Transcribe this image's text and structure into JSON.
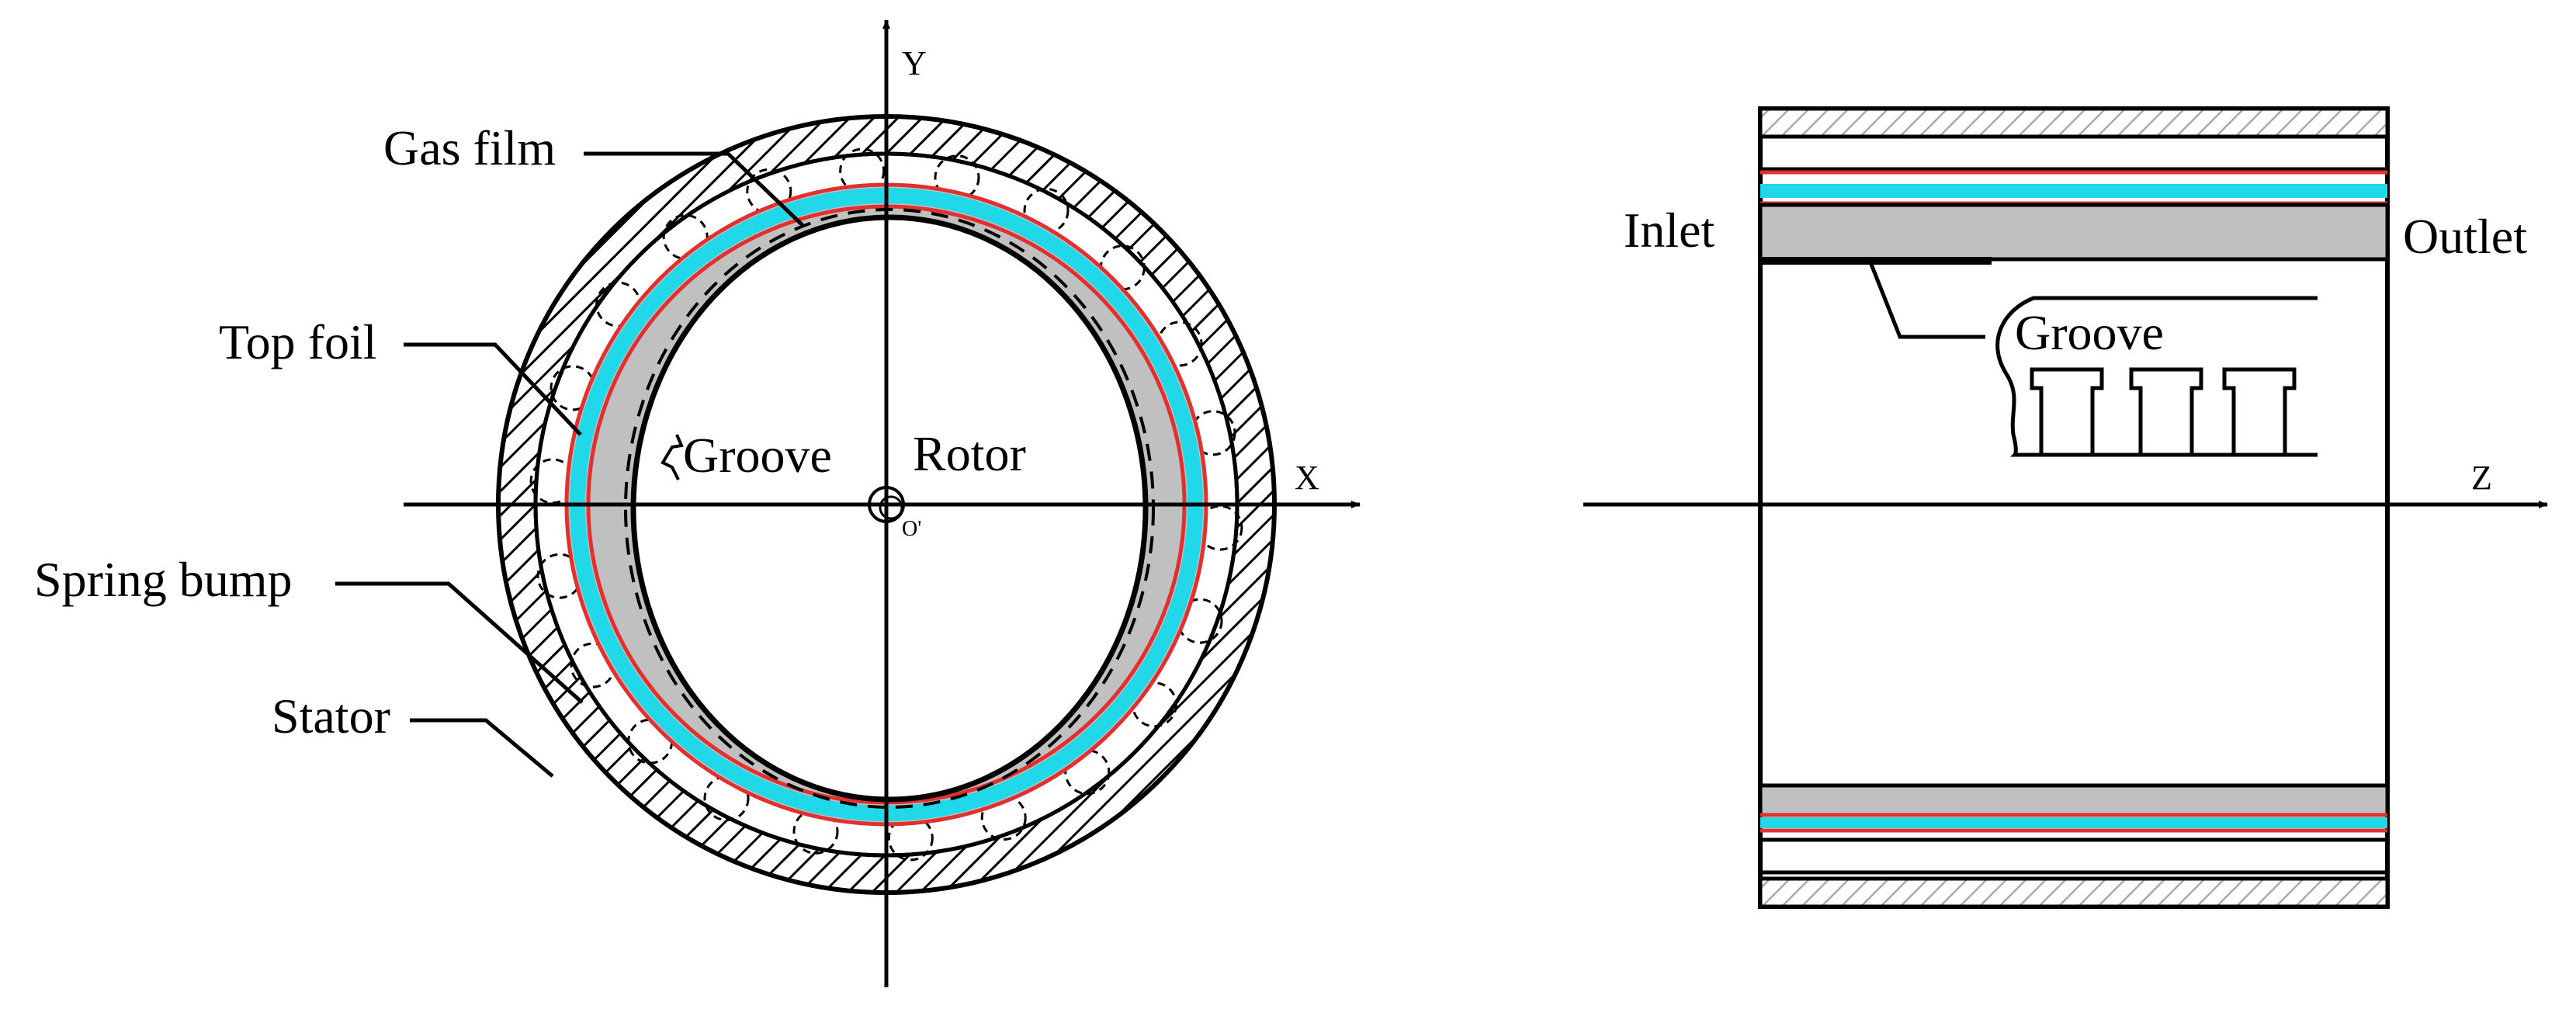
{
  "labels": {
    "gas_film": "Gas film",
    "top_foil": "Top foil",
    "spring_bump": "Spring bump",
    "stator": "Stator",
    "groove_left": "Groove",
    "rotor": "Rotor",
    "origin": "O'",
    "x_axis": "X",
    "y_axis": "Y",
    "inlet": "Inlet",
    "outlet": "Outlet",
    "groove_right": "Groove",
    "z_axis": "Z"
  },
  "colors": {
    "line": "#000000",
    "gas_film_fill": "#c0c0c0",
    "top_foil": "#20d8e8",
    "red_line": "#e03030",
    "hatch_fill": "#b8b8b8"
  }
}
